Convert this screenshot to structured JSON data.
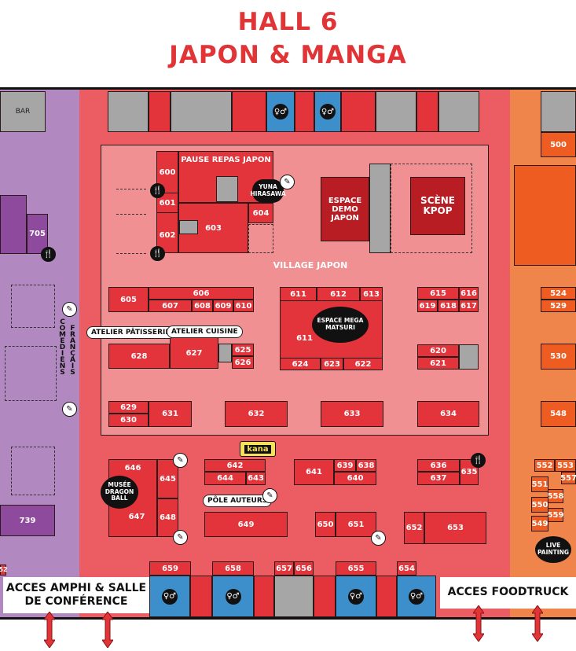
{
  "header": {
    "line1": "HALL 6",
    "line2": "JAPON & MANGA"
  },
  "zones": {
    "village": "VILLAGE JAPON",
    "comediens": "COMEDIENS",
    "francais": "FRANÇAIS",
    "bar": "BAR"
  },
  "features": {
    "pause": "PAUSE REPAS JAPON",
    "espace_demo": "ESPACE DEMO JAPON",
    "scene": "SCÈNE KPOP",
    "mega": "ESPACE MEGA MATSURI",
    "yuna": "YUNA HIRASAWA",
    "atelier_patisserie": "ATELIER PÂTISSERIE",
    "atelier_cuisine": "ATELIER CUISINE",
    "pole": "PÔLE AUTEURS",
    "musee": "MUSÉE DRAGON BALL",
    "live": "LIVE PAINTING",
    "kana": "kana"
  },
  "access": {
    "amphi": "ACCES AMPHI & SALLE DE CONFÉRENCE",
    "foodtruck": "ACCES FOODTRUCK"
  },
  "stands": {
    "s500": "500",
    "s524": "524",
    "s529": "529",
    "s530": "530",
    "s548": "548",
    "s549": "549",
    "s550": "550",
    "s551": "551",
    "s552": "552",
    "s553": "553",
    "s557": "557",
    "s558": "558",
    "s559": "559",
    "s600": "600",
    "s601": "601",
    "s602": "602",
    "s603": "603",
    "s604": "604",
    "s605": "605",
    "s606": "606",
    "s607": "607",
    "s608": "608",
    "s609": "609",
    "s610": "610",
    "s611a": "611",
    "s612": "612",
    "s613": "613",
    "s611b": "611",
    "s624": "624",
    "s623": "623",
    "s622": "622",
    "s615": "615",
    "s616": "616",
    "s619": "619",
    "s618": "618",
    "s617": "617",
    "s620": "620",
    "s621": "621",
    "s625": "625",
    "s626": "626",
    "s627": "627",
    "s628": "628",
    "s629": "629",
    "s630": "630",
    "s631": "631",
    "s632": "632",
    "s633": "633",
    "s634": "634",
    "s635": "635",
    "s636": "636",
    "s637": "637",
    "s638": "638",
    "s639": "639",
    "s640": "640",
    "s641": "641",
    "s642": "642",
    "s643": "643",
    "s644": "644",
    "s645": "645",
    "s646": "646",
    "s647": "647",
    "s648": "648",
    "s649": "649",
    "s650": "650",
    "s651": "651",
    "s652": "652",
    "s653": "653",
    "s654": "654",
    "s655": "655",
    "s656": "656",
    "s657": "657",
    "s658": "658",
    "s659": "659",
    "s705": "705",
    "s739": "739",
    "s52": "52"
  }
}
